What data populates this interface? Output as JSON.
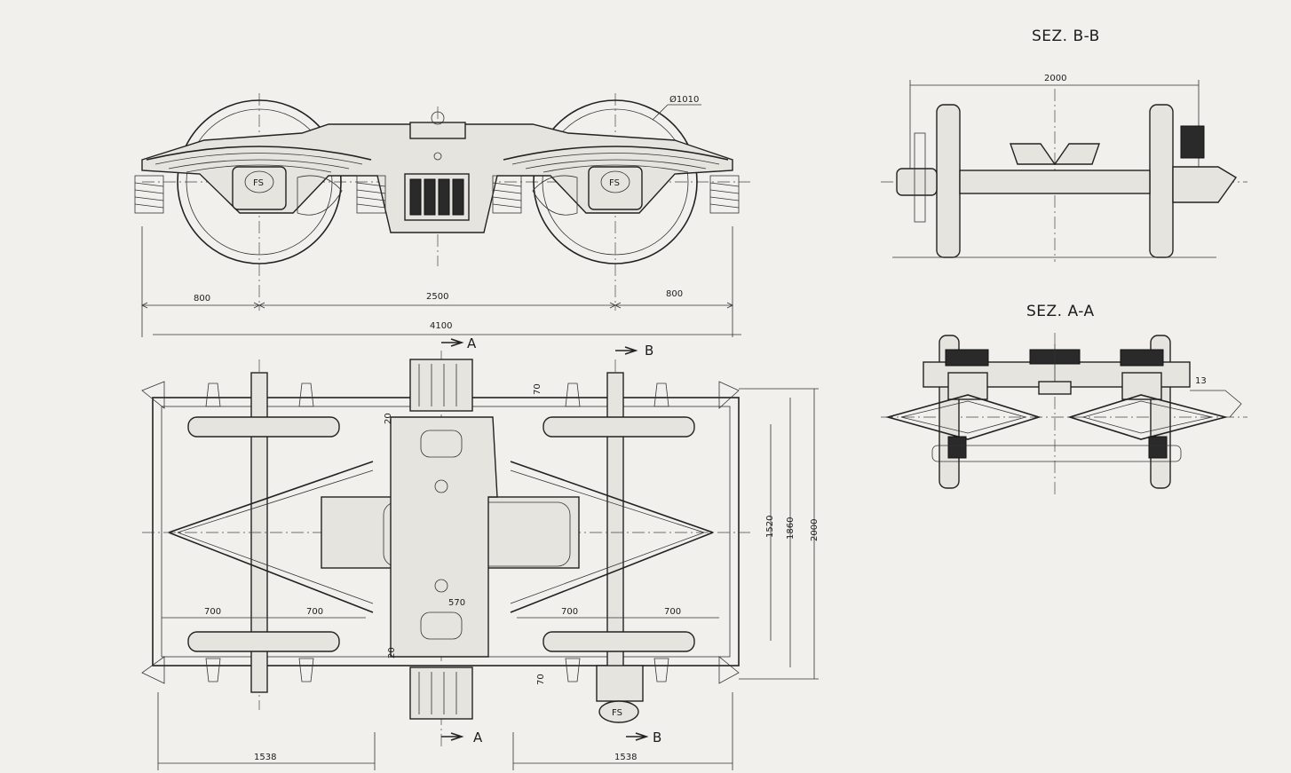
{
  "sections": {
    "bb_title": "SEZ. B-B",
    "aa_title": "SEZ. A-A"
  },
  "labels": {
    "wheel_diameter": "Ø1010",
    "dim_800_left": "800",
    "dim_2500": "2500",
    "dim_800_right": "800",
    "dim_4100": "4100",
    "dim_2000_bb": "2000",
    "dim_2000_plan": "2000",
    "dim_1860": "1860",
    "dim_1520": "1520",
    "dim_700_a": "700",
    "dim_700_b": "700",
    "dim_700_c": "700",
    "dim_700_d": "700",
    "dim_570": "570",
    "dim_20_top": "20",
    "dim_20_bottom": "20",
    "dim_70_top": "70",
    "dim_70_bottom": "70",
    "dim_1538_left": "1538",
    "dim_1538_right": "1538",
    "dim_13": "13",
    "mark_fs_1": "FS",
    "mark_fs_2": "FS",
    "mark_fs_3": "FS",
    "cut_a_top": "A",
    "cut_a_bottom": "A",
    "cut_b_top": "B",
    "cut_b_bottom": "B"
  }
}
